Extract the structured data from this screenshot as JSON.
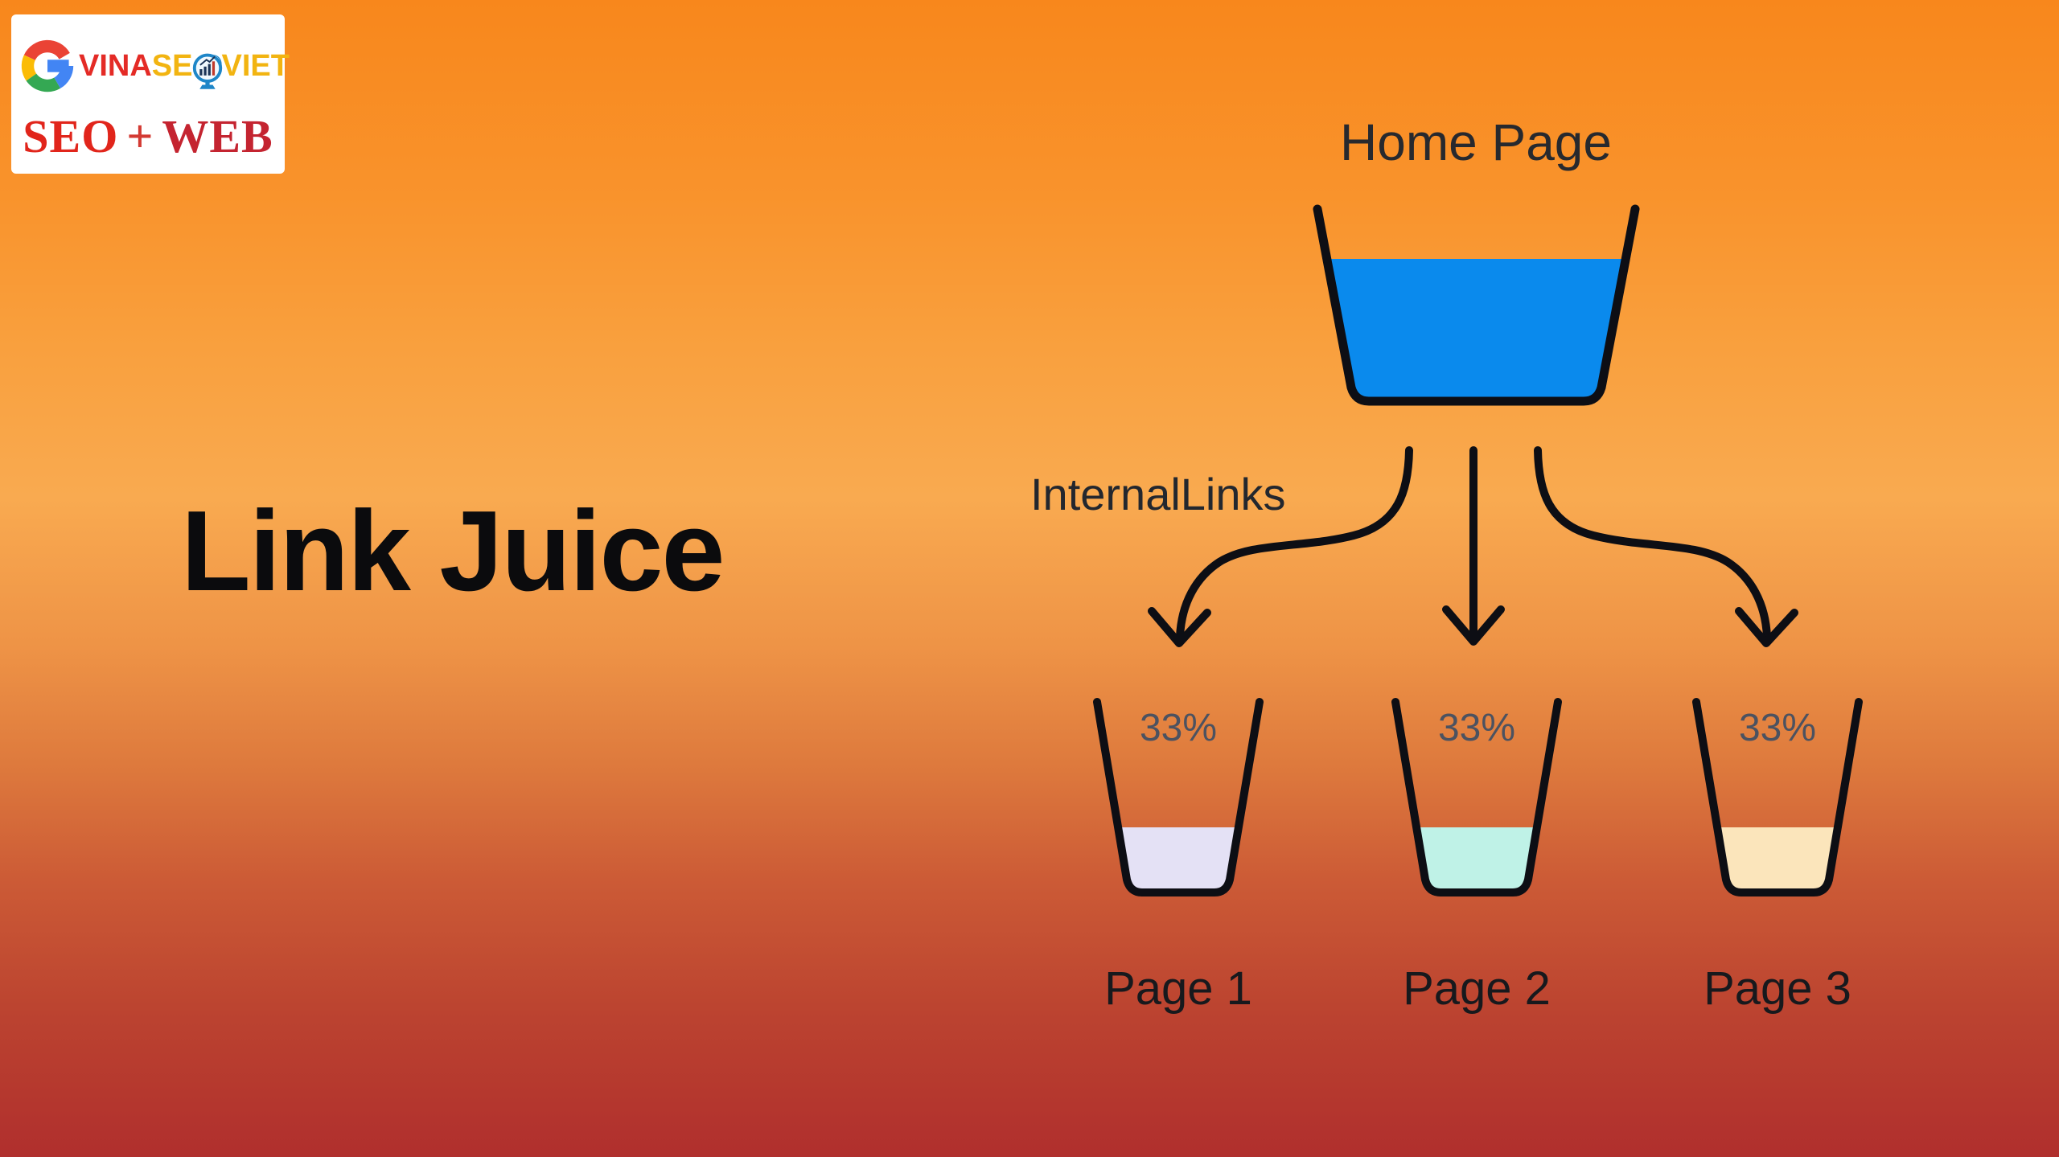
{
  "logo": {
    "brand_vina": "VINA",
    "brand_se": "SE",
    "brand_viet": "VIET",
    "tagline_seo": "SEO",
    "tagline_plus": "+",
    "tagline_web": "WEB",
    "colors": {
      "brand_red": "#E42B26",
      "brand_gold": "#F2B411",
      "tagline_red": "#E1251B",
      "google_red": "#EA4335",
      "google_yellow": "#FBBC05",
      "google_green": "#34A853",
      "google_blue": "#4285F4",
      "globe_blue": "#1E86C8"
    }
  },
  "title": {
    "text": "Link Juice"
  },
  "diagram": {
    "source": {
      "label": "Home Page",
      "liquid_color": "#0A8AED",
      "fill_percent_visual": 75
    },
    "flow_label": "InternalLinks",
    "outline_color": "#0d0e14",
    "targets": [
      {
        "label": "Page 1",
        "percent_label": "33%",
        "liquid_color": "#E4E1F5"
      },
      {
        "label": "Page 2",
        "percent_label": "33%",
        "liquid_color": "#BFF2E7"
      },
      {
        "label": "Page 3",
        "percent_label": "33%",
        "liquid_color": "#FBE5BB"
      }
    ]
  },
  "background": {
    "gradient_top": "#F8871C",
    "gradient_mid": "#F9AA50",
    "gradient_bottom": "#B02F2D"
  }
}
